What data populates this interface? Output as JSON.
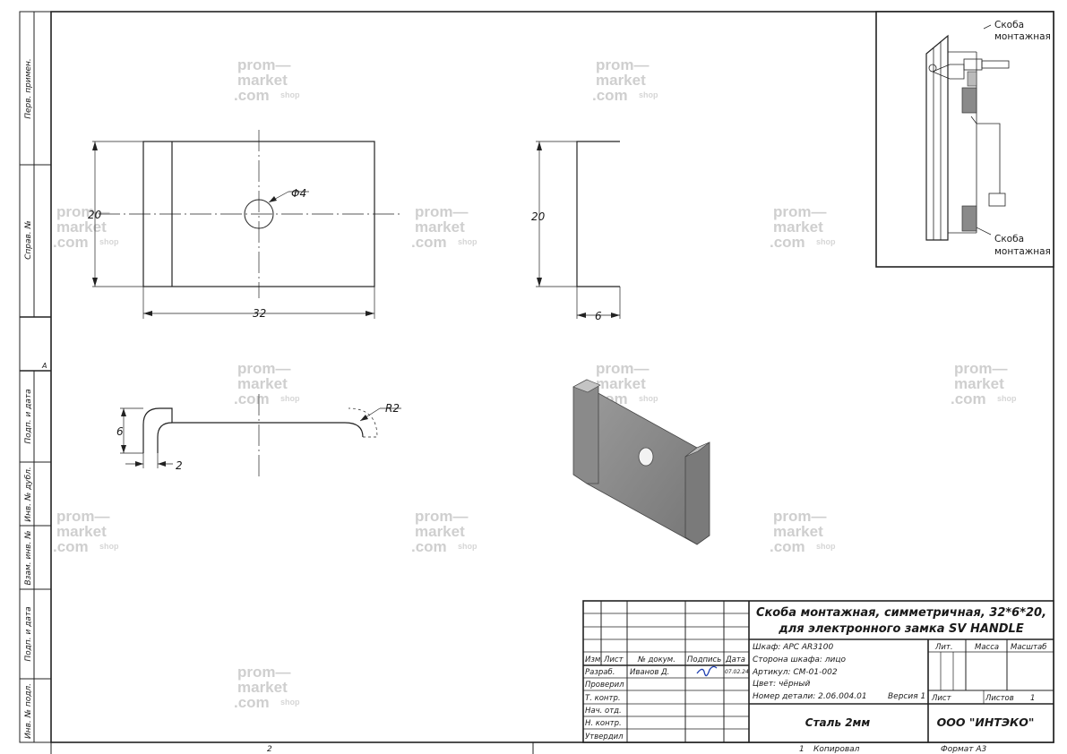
{
  "side_stamp": {
    "perv_primen": "Перв. примен.",
    "sprav_no": "Справ. №",
    "zone_a": "А",
    "podp_data_1": "Подп. и дата",
    "inv_dubl": "Инв. № дубл.",
    "vzam_inv": "Взам. инв. №",
    "podp_data_2": "Подп. и дата",
    "inv_podl": "Инв. № подл."
  },
  "dims": {
    "plan_height": "20",
    "hole_dia": "Φ4",
    "plan_width": "32",
    "side_height": "20",
    "side_depth": "6",
    "profile_height": "6",
    "profile_thickness": "2",
    "bend_radius": "R2"
  },
  "detail": {
    "label_top_1": "Скоба",
    "label_top_2": "монтажная",
    "label_bottom_1": "Скоба",
    "label_bottom_2": "монтажная"
  },
  "title_block": {
    "title_line1": "Скоба монтажная, симметричная, 32*6*20,",
    "title_line2": "для электронного замка SV HANDLE",
    "col_izm": "Изм.",
    "col_list": "Лист",
    "col_doc": "№ докум.",
    "col_sign": "Подпись",
    "col_date": "Дата",
    "row_razrab": "Разраб.",
    "row_prover": "Провеpил",
    "row_tkontr": "Т. контр.",
    "row_nach": "Нач. отд.",
    "row_nkontr": "Н. контр.",
    "row_utverd": "Утвердил",
    "razrab_name": "Иванов Д.",
    "razrab_date": "07.02.24",
    "info_shkaf": "Шкаф: APC AR3100",
    "info_storona": "Сторона шкафа: лицо",
    "info_artikul": "Артикул: СМ-01-002",
    "info_color": "Цвет: чёрный",
    "info_nomer": "Номер детали: 2.06.004.01",
    "info_version": "Версия 1",
    "lit_label": "Лит.",
    "massa_label": "Масса",
    "masshtab_label": "Масштаб",
    "list_label": "Лист",
    "listov_label": "Листов",
    "listov_value": "1",
    "material": "Сталь 2мм",
    "company": "ООО \"ИНТЭКО\""
  },
  "footer": {
    "left_number": "2",
    "copy_number": "1",
    "copy_label": "Копировал",
    "format_label": "Формат А3"
  },
  "watermark": {
    "line1": "prom—",
    "line2": "market",
    "line3": ".com",
    "shop": "shop"
  }
}
